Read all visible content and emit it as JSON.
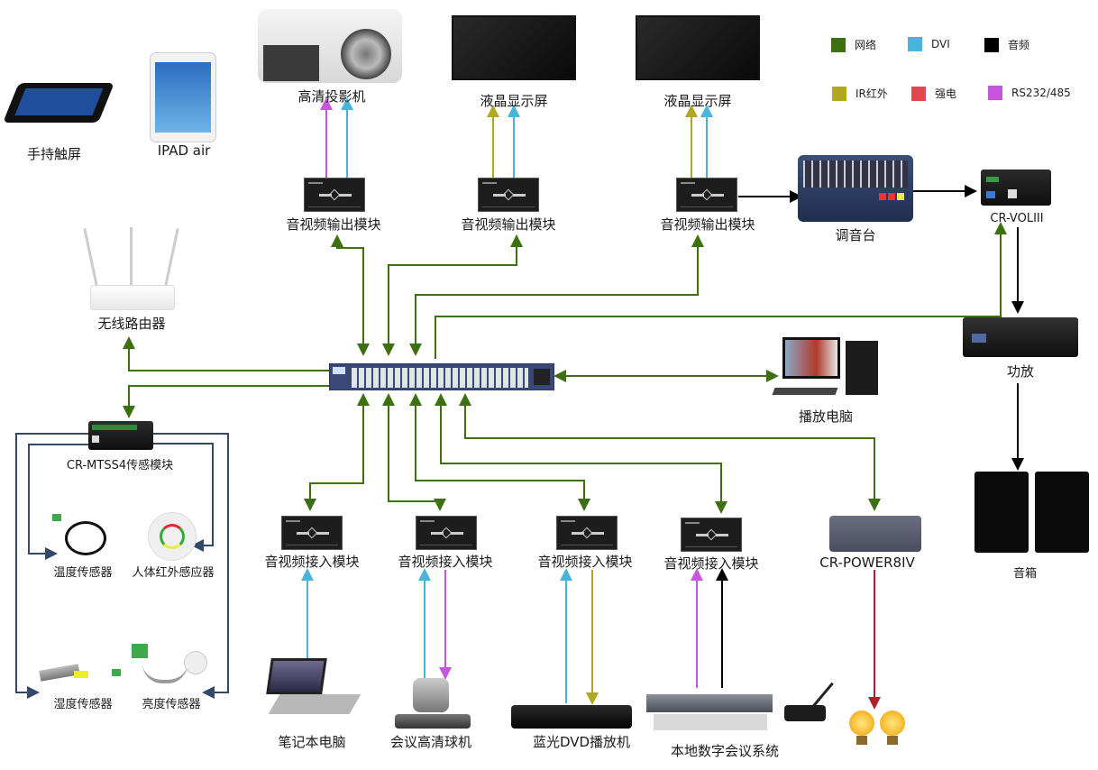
{
  "legend": [
    {
      "label": "网络",
      "color": "#3c7010"
    },
    {
      "label": "DVI",
      "color": "#4ab3dc"
    },
    {
      "label": "音频",
      "color": "#000000"
    },
    {
      "label": "IR红外",
      "color": "#b0a820"
    },
    {
      "label": "强电",
      "color": "#e2474f"
    },
    {
      "label": "RS232/485",
      "color": "#c855de"
    }
  ],
  "colors": {
    "network": "#3c7010",
    "dvi": "#4ab3dc",
    "audio": "#000000",
    "ir": "#b0a820",
    "power": "#b0202a",
    "rs232": "#c855de",
    "sensor": "#34486a"
  },
  "devices": {
    "touch_panel": "手持触屏",
    "ipad": "IPAD air",
    "projector": "高清投影机",
    "lcd1": "液晶显示屏",
    "lcd2": "液晶显示屏",
    "out_module1": "音视频输出模块",
    "out_module2": "音视频输出模块",
    "out_module3": "音视频输出模块",
    "mixer": "调音台",
    "volume": "CR-VOLIII",
    "router": "无线路由器",
    "amplifier": "功放",
    "pc": "播放电脑",
    "sensor_module": "CR-MTSS4传感模块",
    "temp_sensor": "温度传感器",
    "pir_sensor": "人体红外感应器",
    "humidity_sensor": "湿度传感器",
    "light_sensor": "亮度传感器",
    "in_module1": "音视频接入模块",
    "in_module2": "音视频接入模块",
    "in_module3": "音视频接入模块",
    "in_module4": "音视频接入模块",
    "power_module": "CR-POWER8IV",
    "speakers": "音箱",
    "laptop": "笔记本电脑",
    "camera": "会议高清球机",
    "bluray": "蓝光DVD播放机",
    "conference": "本地数字会议系统"
  }
}
